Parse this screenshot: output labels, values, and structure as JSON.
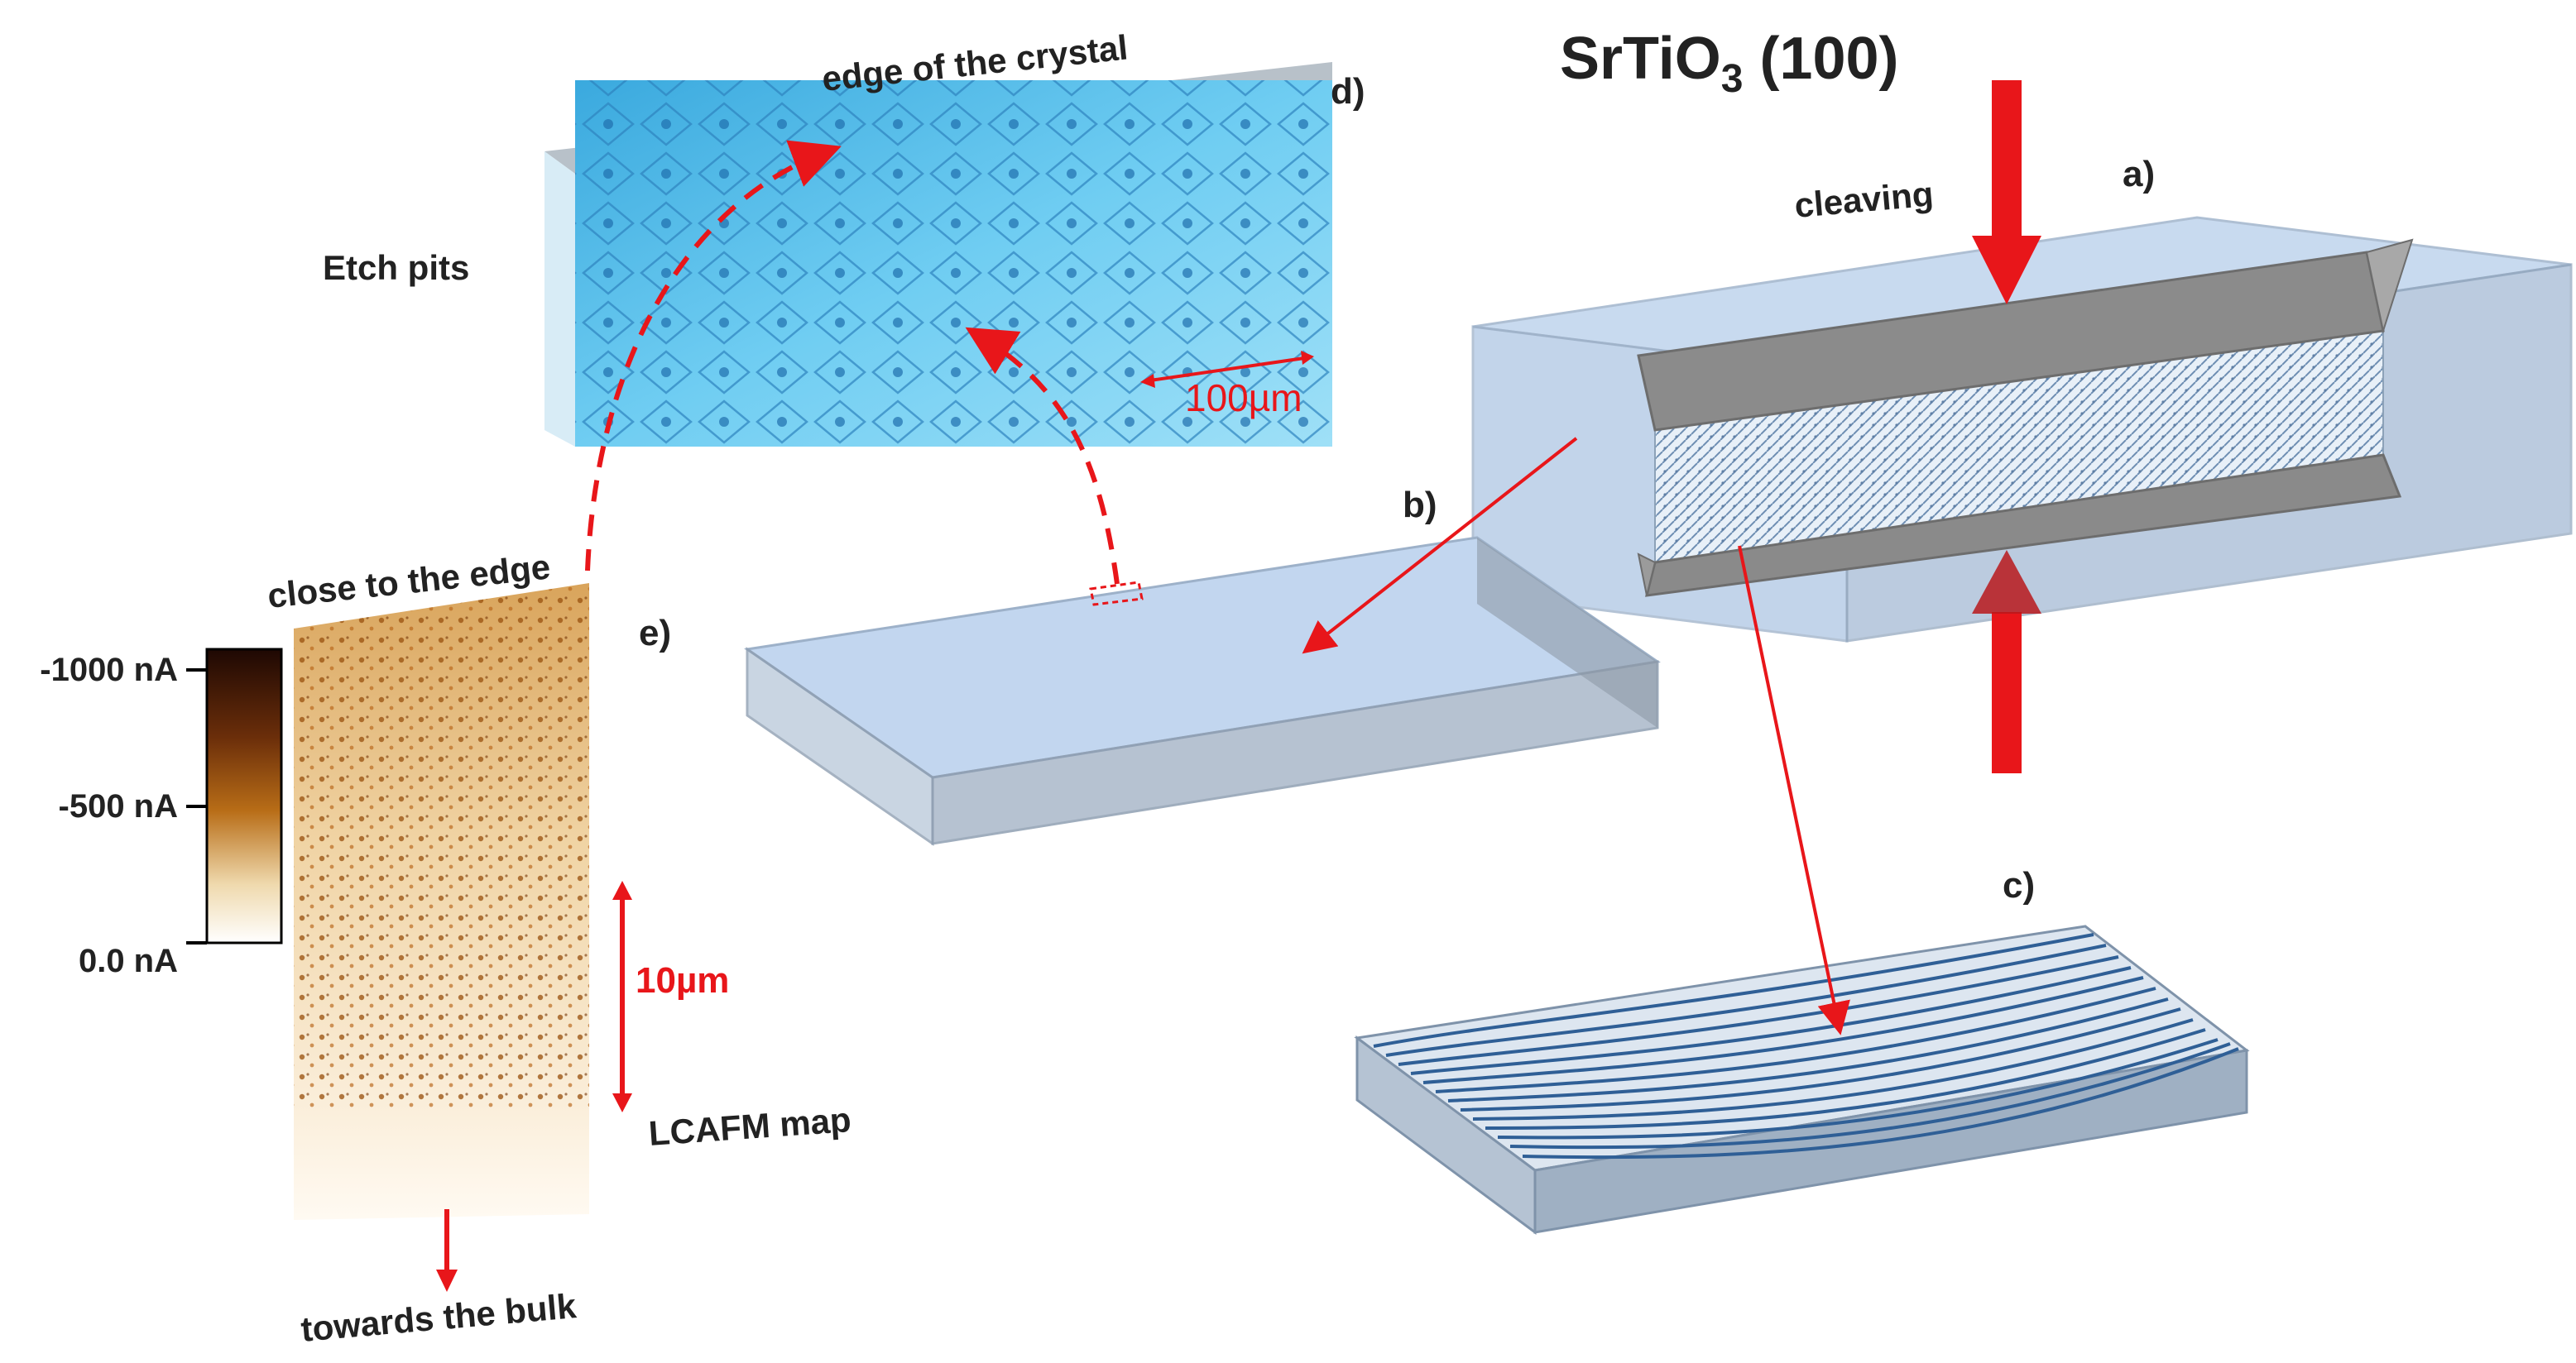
{
  "title": {
    "main": "SrTiO",
    "sub": "3",
    "rest": " (100)"
  },
  "labels": {
    "cleaving": "cleaving",
    "panel_a": "a)",
    "panel_b": "b)",
    "panel_c": "c)",
    "panel_d": "d)",
    "panel_e": "e)",
    "edge_of_crystal": "edge of the crystal",
    "etch_pits": "Etch pits",
    "scale_100": "100µm",
    "scale_10": "10µm",
    "close_to_edge": "close to the edge",
    "lcafm_map": "LCAFM  map",
    "towards_bulk": "towards  the bulk"
  },
  "colorbar": {
    "ticks": [
      "-1000 nA",
      "-500 nA",
      "0.0 nA"
    ],
    "colors": [
      "#2a0e04",
      "#7a3a0c",
      "#c27a1a",
      "#f6e7cc",
      "#ffffff"
    ]
  },
  "colors": {
    "arrow": "#e8161a",
    "etch_surface": "#5fc3ee",
    "slab_fill": "#b9cfe8",
    "slab_edge": "#8da2b8",
    "knife": "#7d7d7d",
    "terrace_line": "#2f5f96"
  }
}
